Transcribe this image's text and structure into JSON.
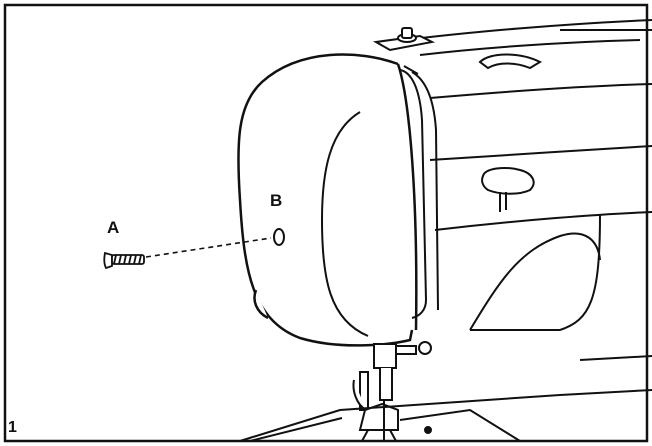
{
  "figure": {
    "number": "1",
    "callouts": {
      "screw": "A",
      "screw_hole": "B"
    }
  },
  "colors": {
    "line": "#111111",
    "background": "#ffffff"
  }
}
